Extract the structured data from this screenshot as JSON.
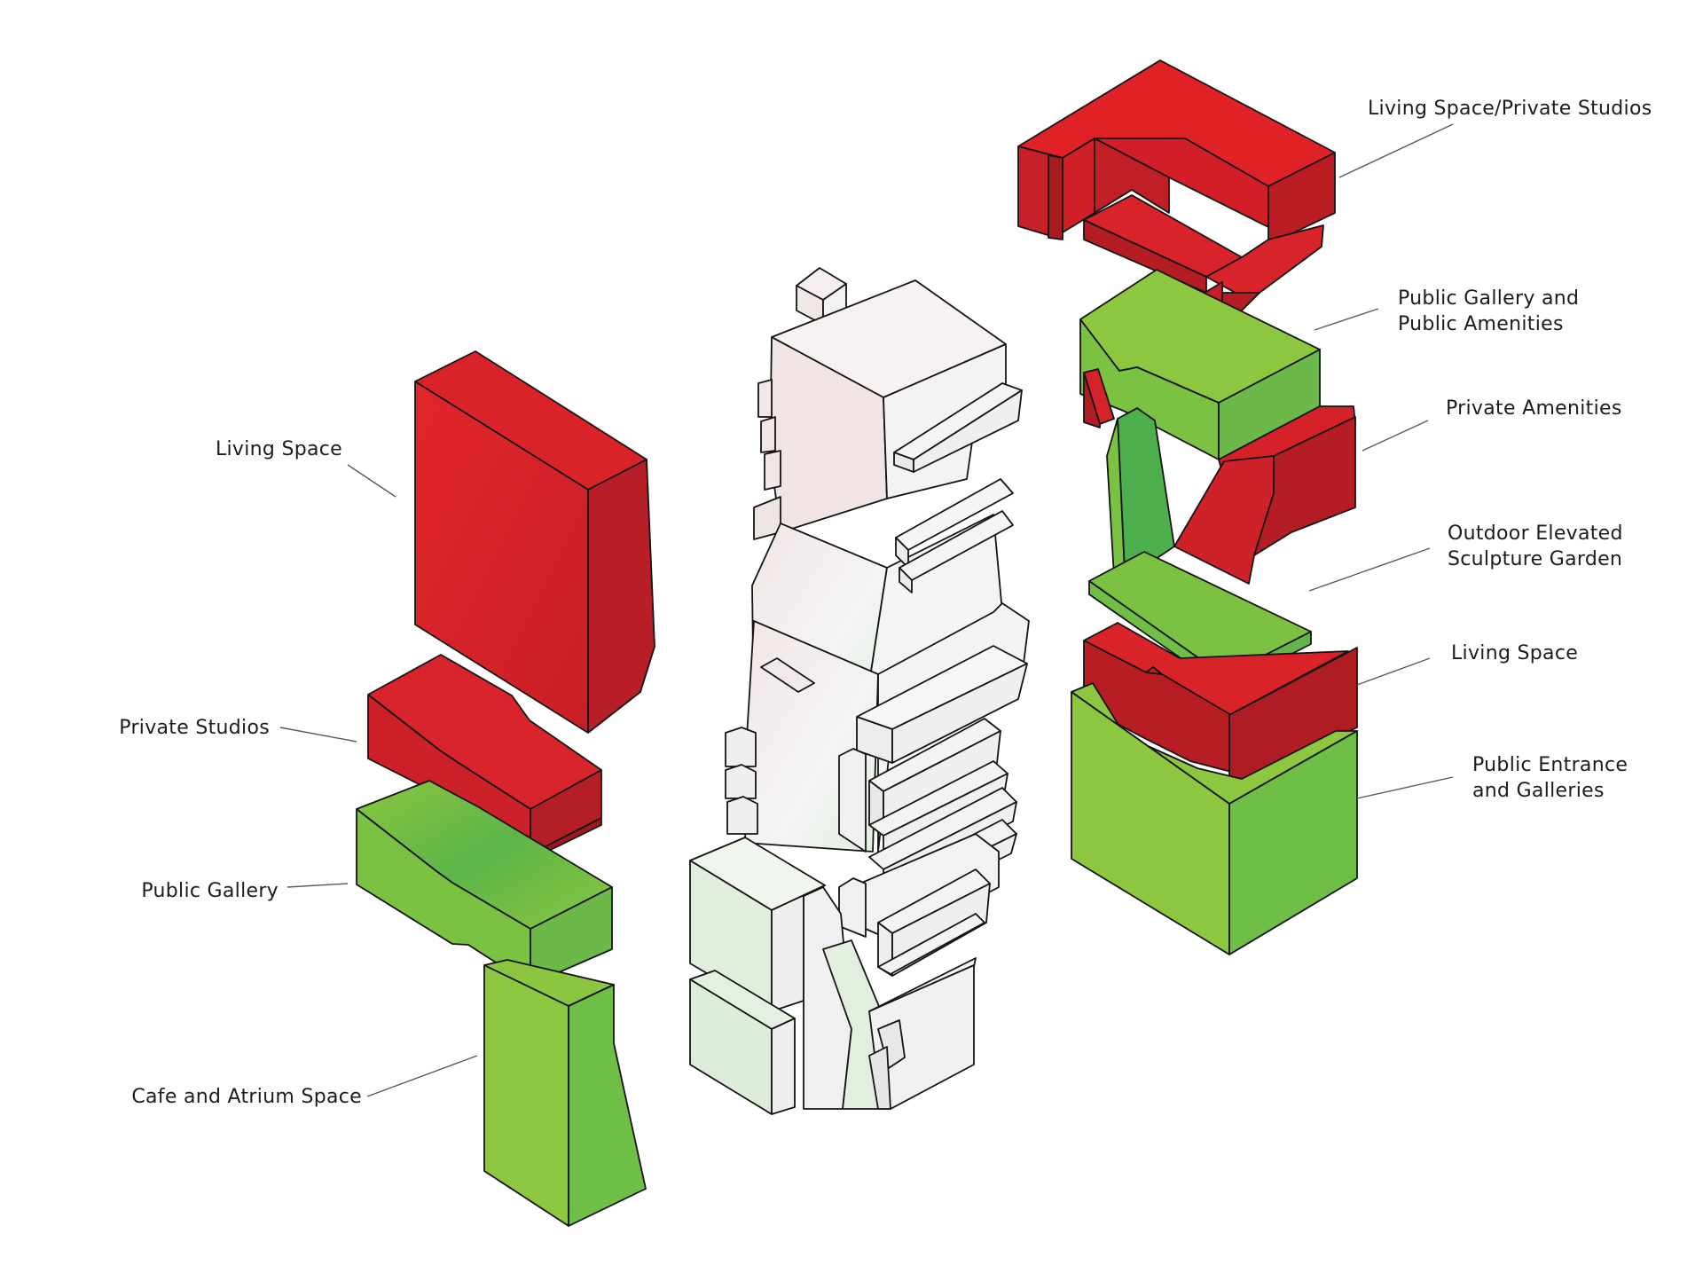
{
  "labels": {
    "left_living_space": "Living Space",
    "left_private_studios": "Private Studios",
    "left_public_gallery": "Public Gallery",
    "left_cafe_atrium": "Cafe and Atrium Space",
    "right_living_private_studios": "Living Space/Private Studios",
    "right_public_gallery_line1": "Public Gallery and",
    "right_public_gallery_line2": "Public Amenities",
    "right_private_amenities": "Private Amenities",
    "right_outdoor_line1": "Outdoor Elevated",
    "right_outdoor_line2": "Sculpture Garden",
    "right_living_space": "Living Space",
    "right_public_entrance_line1": "Public Entrance",
    "right_public_entrance_line2": "and Galleries"
  },
  "colors": {
    "private_red": "#d9252a",
    "public_green": "#7cc242",
    "core_white": "#f2f2f2",
    "edge": "#141414"
  }
}
